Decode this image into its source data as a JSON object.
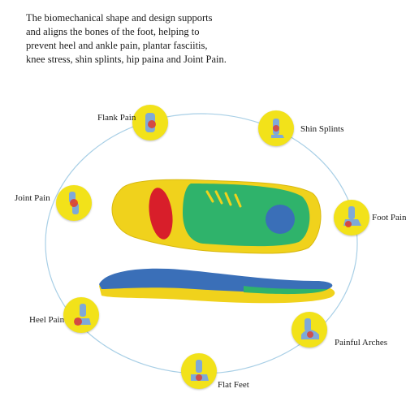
{
  "intro_lines": [
    "The biomechanical shape and design supports",
    "and aligns the bones of the foot, helping to",
    "prevent heel and ankle pain, plantar fasciitis,",
    "knee stress, shin splints, hip paina and Joint Pain."
  ],
  "conditions": {
    "flank_pain": "Flank Pain",
    "shin_splints": "Shin Splints",
    "joint_pain": "Joint Pain",
    "foot_pain": "Foot Pain",
    "heel_pain": "Heel Pain",
    "painful_arches": "Painful Arches",
    "flat_feet": "Flat Feet"
  },
  "colors": {
    "badge": "#f2e21a",
    "insole_yellow": "#f0d21c",
    "insole_green": "#2fb36b",
    "insole_blue": "#3a6fb8",
    "heel_pad": "#d81e2a",
    "ring": "#a8cfe6"
  }
}
